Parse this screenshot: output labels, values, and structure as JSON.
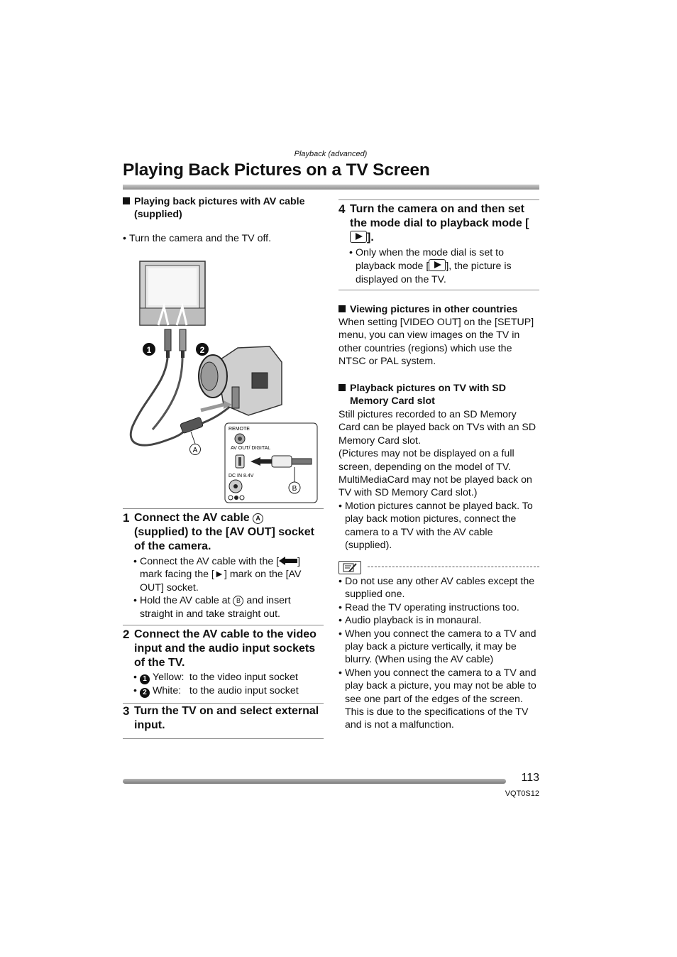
{
  "header": {
    "section_label": "Playback (advanced)",
    "title": "Playing Back Pictures on a TV Screen"
  },
  "left": {
    "av_heading": "Playing back pictures with AV cable (supplied)",
    "av_bullet": "Turn the camera and the TV off.",
    "figure": {
      "callout_1": "1",
      "callout_2": "2",
      "callout_a": "A",
      "callout_b": "B",
      "socket_remote": "REMOTE",
      "socket_avout": "AV OUT/ DIGITAL",
      "socket_dcin": "DC IN 8.4V"
    },
    "step1": {
      "num": "1",
      "title_a": "Connect the AV cable",
      "circle_a": "A",
      "title_b": "(supplied) to the [AV OUT] socket of the camera.",
      "bullet1_a": "Connect the AV cable with the [",
      "bullet1_b": "] mark facing the [",
      "bullet1_arrow": "►",
      "bullet1_c": "] mark on the [AV OUT] socket.",
      "bullet2_a": "Hold the AV cable at",
      "circle_b": "B",
      "bullet2_b": "and insert straight in and take straight out."
    },
    "step2": {
      "num": "2",
      "title": "Connect the AV cable to the video input and the audio input sockets of the TV.",
      "b1_num": "1",
      "b1_color": "Yellow:",
      "b1_text": "to the video input socket",
      "b2_num": "2",
      "b2_color": "White:",
      "b2_text": "to the audio input socket"
    },
    "step3": {
      "num": "3",
      "title": "Turn the TV on and select external input."
    }
  },
  "right": {
    "step4": {
      "num": "4",
      "title_a": "Turn the camera on and then set the mode dial to playback mode [",
      "title_b": "].",
      "bullet_a": "Only when the mode dial is set to playback mode [",
      "bullet_b": "], the picture is displayed on the TV."
    },
    "other_countries": {
      "heading": "Viewing pictures in other countries",
      "body": "When setting [VIDEO OUT] on the [SETUP] menu, you can view images on the TV in other countries (regions) which use the NTSC or PAL system."
    },
    "sd_card": {
      "heading": "Playback pictures on TV with SD Memory Card slot",
      "body1": "Still pictures recorded to an SD Memory Card can be played back on TVs with an SD Memory Card slot.",
      "body2": "(Pictures may not be displayed on a full screen, depending on the model of TV.",
      "body3": "MultiMediaCard may not be played back on TV with SD Memory Card slot.)",
      "bullet": "Motion pictures cannot be played back. To play back motion pictures, connect the camera to a TV with the AV cable (supplied)."
    },
    "notes": [
      "Do not use any other AV cables except the supplied one.",
      "Read the TV operating instructions too.",
      "Audio playback is in monaural.",
      "When you connect the camera to a TV and play back a picture vertically, it may be blurry. (When using the AV cable)",
      "When you connect the camera to a TV and play back a picture, you may not be able to see one part of the edges of the screen. This is due to the specifications of the TV and is not a malfunction."
    ]
  },
  "footer": {
    "page_number": "113",
    "model_code": "VQT0S12"
  }
}
